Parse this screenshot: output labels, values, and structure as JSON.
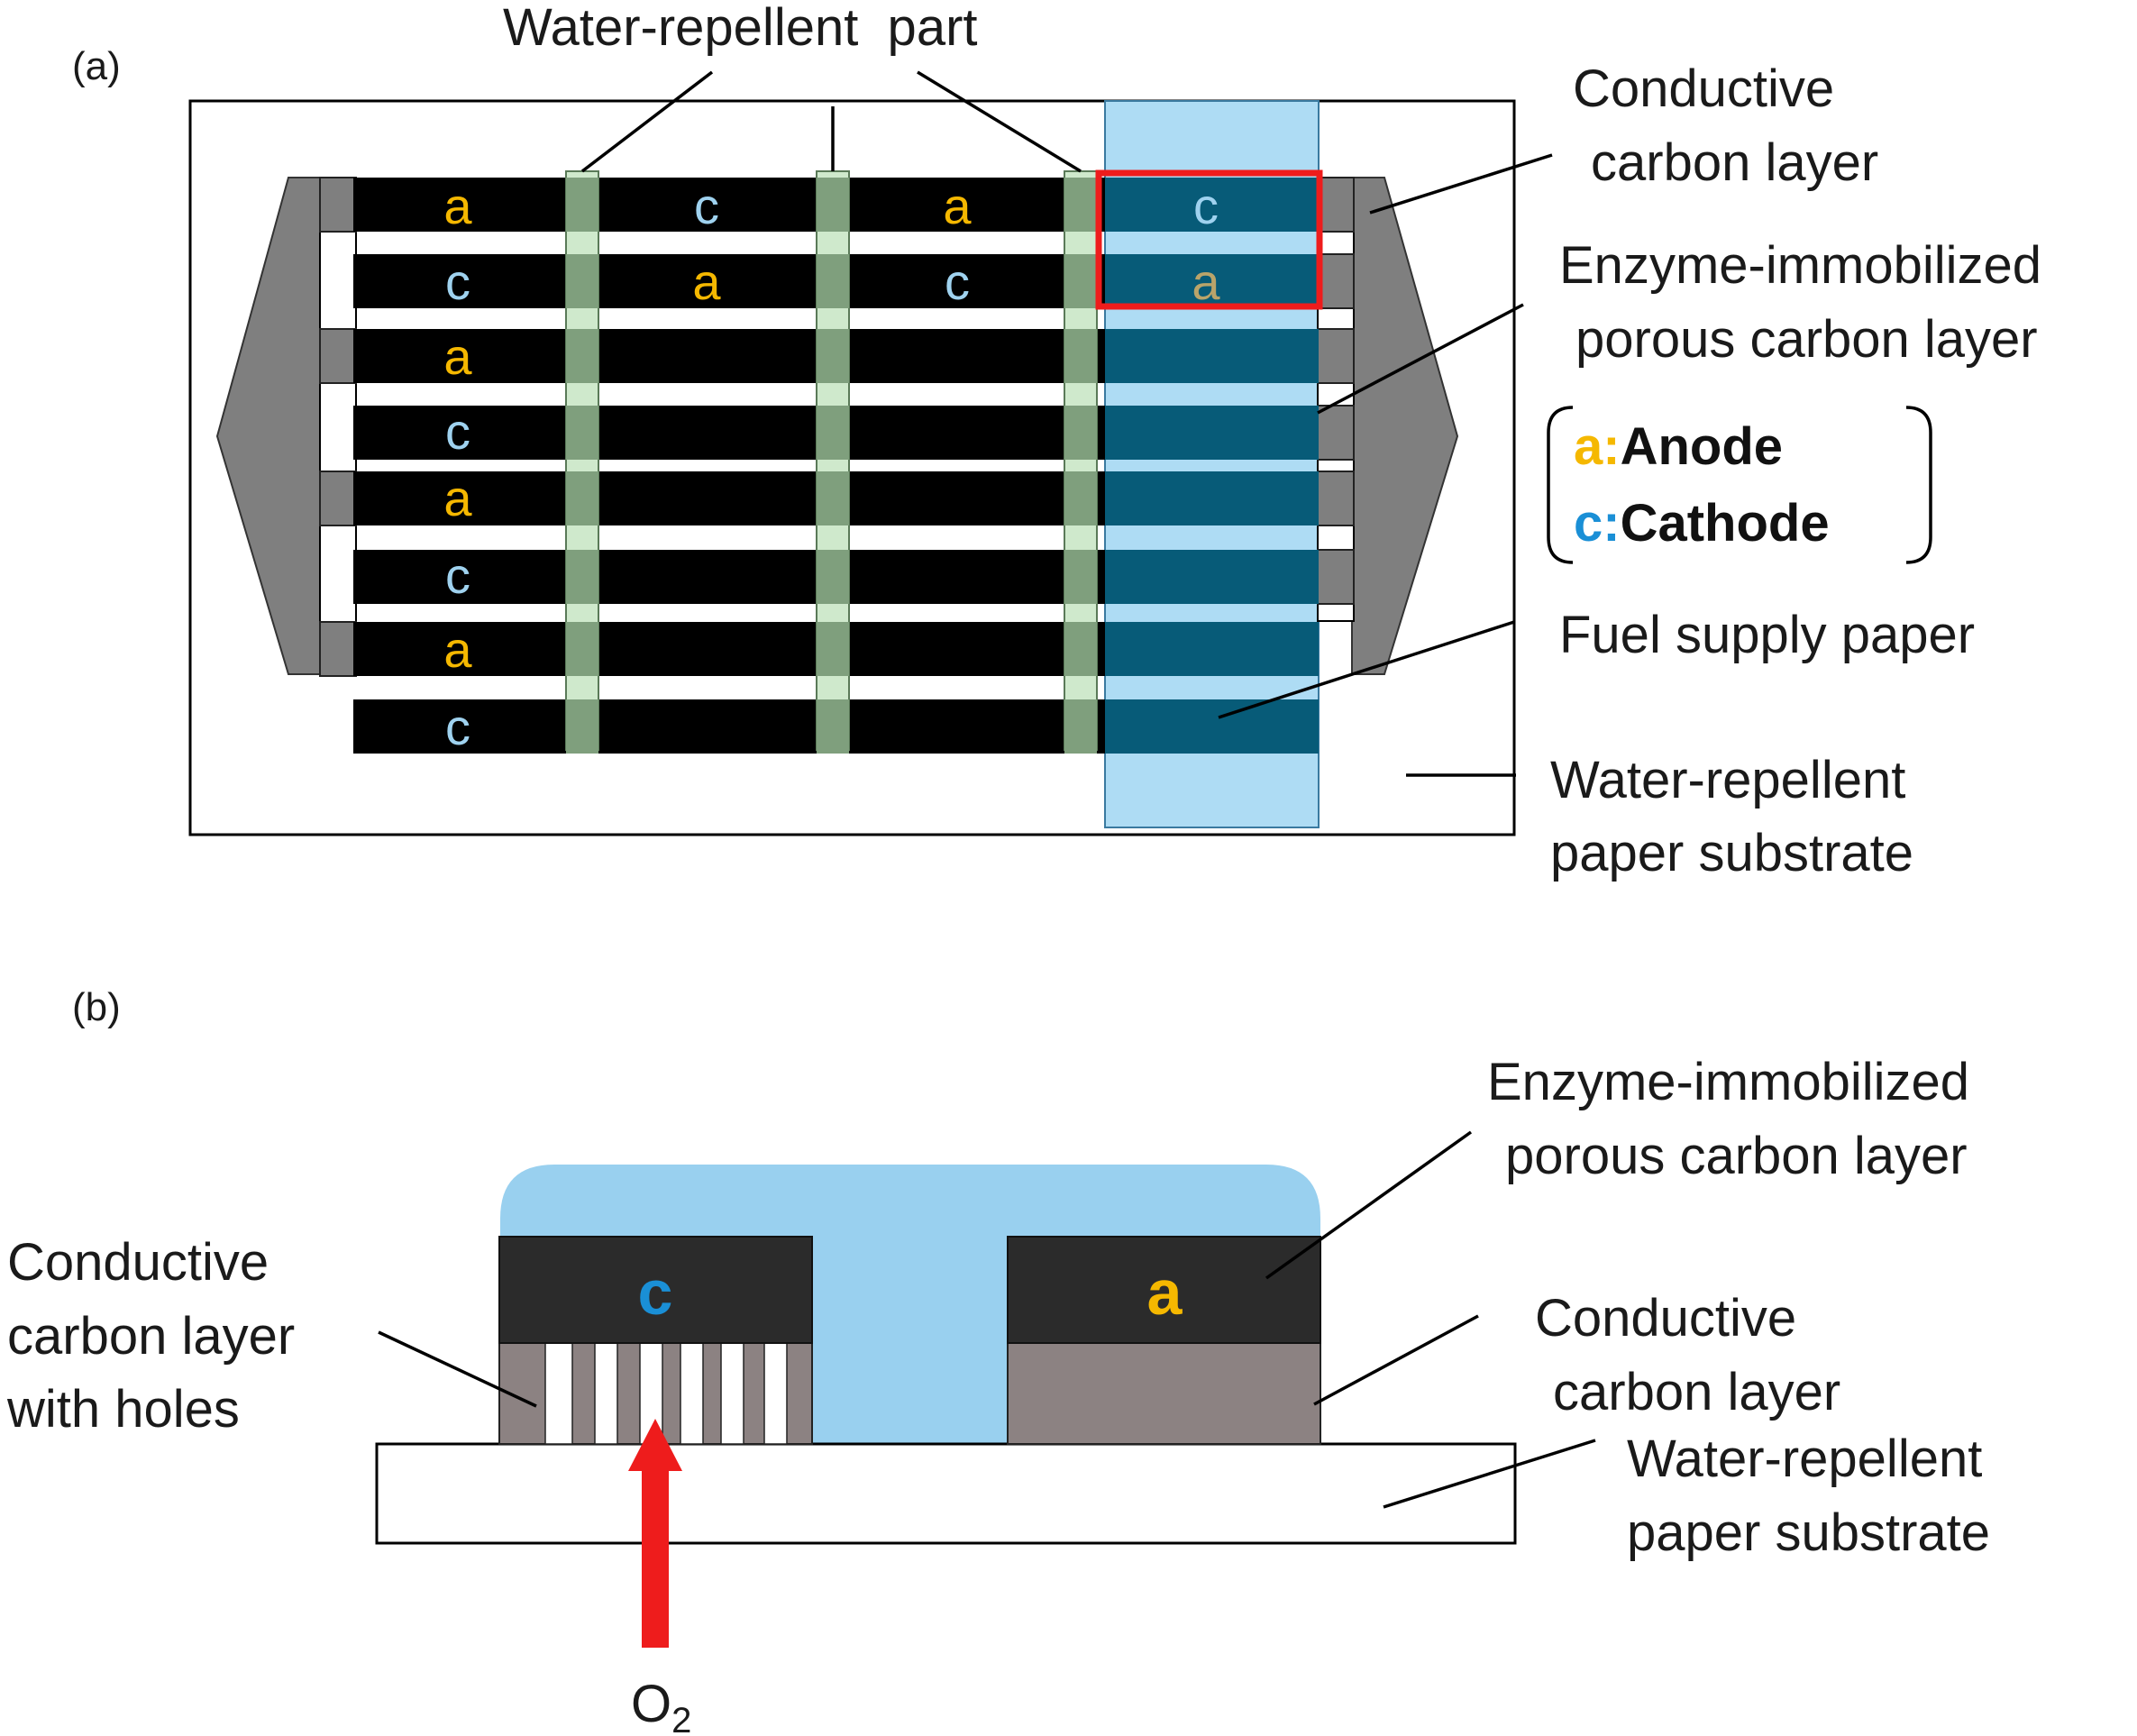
{
  "panel_a": {
    "label": "(a)",
    "annotations": {
      "water_repellent_part": "Water-repellent  part",
      "conductive_carbon_layer_1": "Conductive",
      "conductive_carbon_layer_2": "carbon layer",
      "enzyme_layer_1": "Enzyme-immobilized",
      "enzyme_layer_2": "porous carbon layer",
      "fuel_supply_paper": "Fuel supply paper",
      "substrate_1": "Water-repellent",
      "substrate_2": "paper substrate"
    },
    "legend": {
      "anode_key": "a:",
      "anode_label": "Anode",
      "cathode_key": "c:",
      "cathode_label": "Cathode"
    },
    "row1": [
      "a",
      "c",
      "a",
      "c"
    ],
    "row2": [
      "c",
      "a",
      "c",
      "a"
    ],
    "col1_rows": [
      "a",
      "c",
      "a",
      "c",
      "a",
      "c",
      "a",
      "c"
    ]
  },
  "panel_b": {
    "label": "(b)",
    "cathode_letter": "c",
    "anode_letter": "a",
    "annotations": {
      "enzyme_layer_1": "Enzyme-immobilized",
      "enzyme_layer_2": "porous carbon layer",
      "holes_1": "Conductive",
      "holes_2": "carbon layer",
      "holes_3": "with holes",
      "conductive_1": "Conductive",
      "conductive_2": "carbon layer",
      "substrate_1": "Water-repellent",
      "substrate_2": "paper substrate"
    },
    "oxygen_main": "O",
    "oxygen_sub": "2"
  },
  "colors": {
    "anode": "#f5b800",
    "cathode": "#1a8fd6",
    "strip": "#000000",
    "fuel_paper": "#aedcf4",
    "fuel_overlap": "#075b78",
    "water_repellent_part": "#cfe9cc",
    "water_repellent_overlap": "#7f9f7d",
    "contact": "#808080",
    "red_box": "#ee1c1c"
  }
}
